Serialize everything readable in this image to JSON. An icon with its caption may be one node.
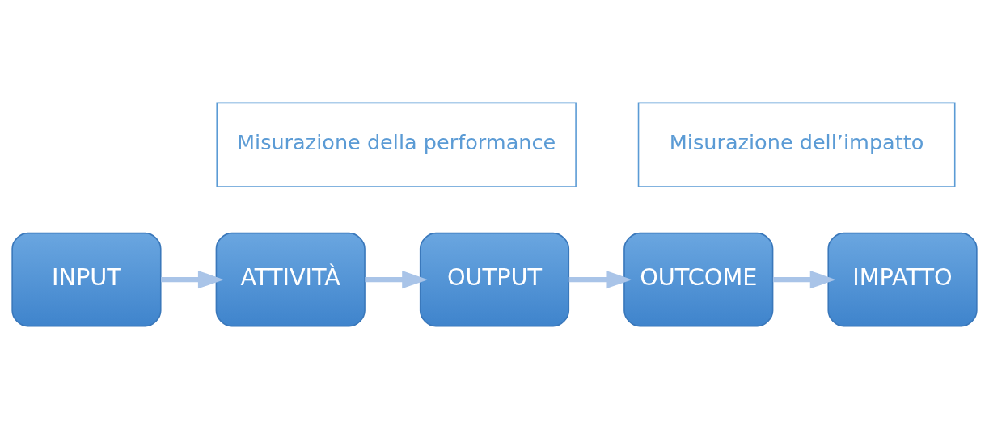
{
  "diagram": {
    "nodes": [
      {
        "text": [
          "Misurazione della performance"
        ]
      },
      {
        "text": [
          "Misurazione dell’impatto"
        ]
      },
      {
        "text": [
          "INPUT"
        ]
      },
      {
        "text": [
          "ATTIVITÀ"
        ]
      },
      {
        "text": [
          "OUTPUT"
        ]
      },
      {
        "text": [
          "OUTCOME"
        ]
      },
      {
        "text": [
          "IMPATTO"
        ]
      }
    ],
    "edges": [
      {
        "from": 2,
        "to": 3,
        "arrow": "to"
      },
      {
        "from": 3,
        "to": 4,
        "arrow": "to"
      },
      {
        "from": 4,
        "to": 5,
        "arrow": "to"
      },
      {
        "from": 5,
        "to": 6,
        "arrow": "to"
      }
    ]
  }
}
